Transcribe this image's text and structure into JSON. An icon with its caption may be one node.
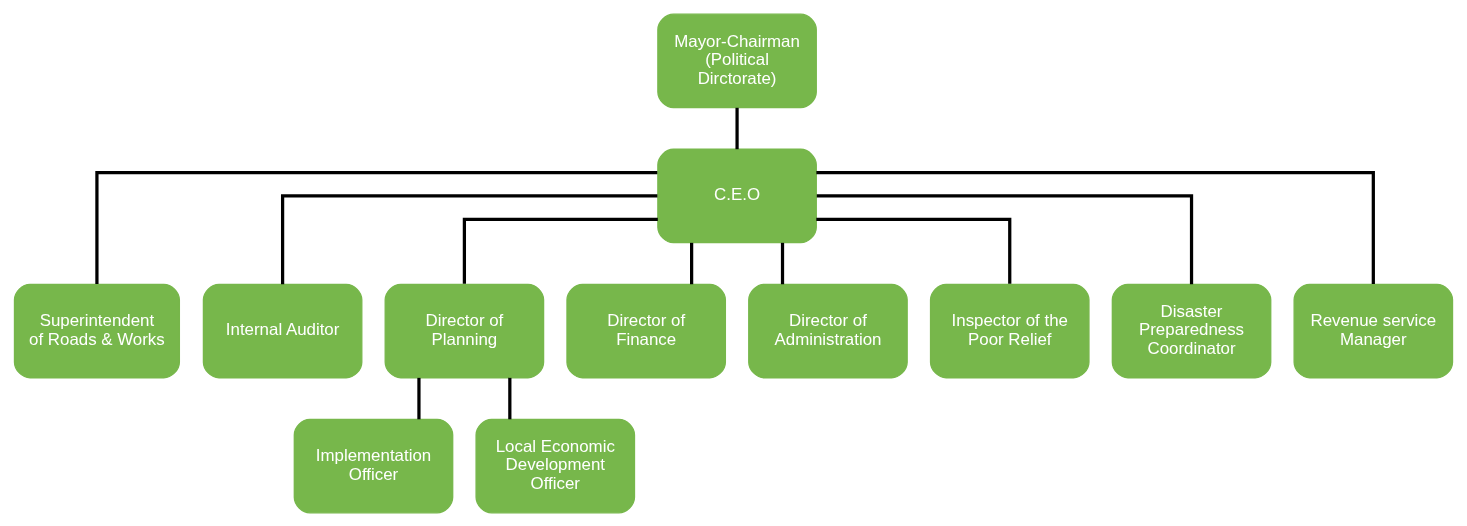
{
  "diagram": {
    "nodes": [
      {
        "text": [
          "Mayor-Chairman (Political Dirctorate)"
        ]
      },
      {
        "text": [
          "C.E.O"
        ]
      },
      {
        "text": [
          "Superintendent of Roads & Works"
        ]
      },
      {
        "text": [
          "Internal Auditor"
        ]
      },
      {
        "text": [
          "Director of Planning"
        ]
      },
      {
        "text": [
          "Director of Finance"
        ]
      },
      {
        "text": [
          "Director of Administration"
        ]
      },
      {
        "text": [
          "Inspector of the Poor Relief"
        ]
      },
      {
        "text": [
          "Disaster Preparedness Coordinator"
        ]
      },
      {
        "text": [
          "Revenue service Manager"
        ]
      },
      {
        "text": [
          "Implementation Officer"
        ]
      },
      {
        "text": [
          "Local Economic Development Officer"
        ]
      }
    ],
    "edges": [
      {
        "from": 0,
        "to": 1,
        "arrow": "none"
      },
      {
        "from": 1,
        "to": 2,
        "arrow": "none"
      },
      {
        "from": 1,
        "to": 3,
        "arrow": "none"
      },
      {
        "from": 1,
        "to": 4,
        "arrow": "none"
      },
      {
        "from": 1,
        "to": 5,
        "arrow": "none"
      },
      {
        "from": 1,
        "to": 6,
        "arrow": "none"
      },
      {
        "from": 1,
        "to": 7,
        "arrow": "none"
      },
      {
        "from": 1,
        "to": 8,
        "arrow": "none"
      },
      {
        "from": 1,
        "to": 9,
        "arrow": "none"
      },
      {
        "from": 4,
        "to": 10,
        "arrow": "none"
      },
      {
        "from": 4,
        "to": 11,
        "arrow": "none"
      }
    ]
  }
}
